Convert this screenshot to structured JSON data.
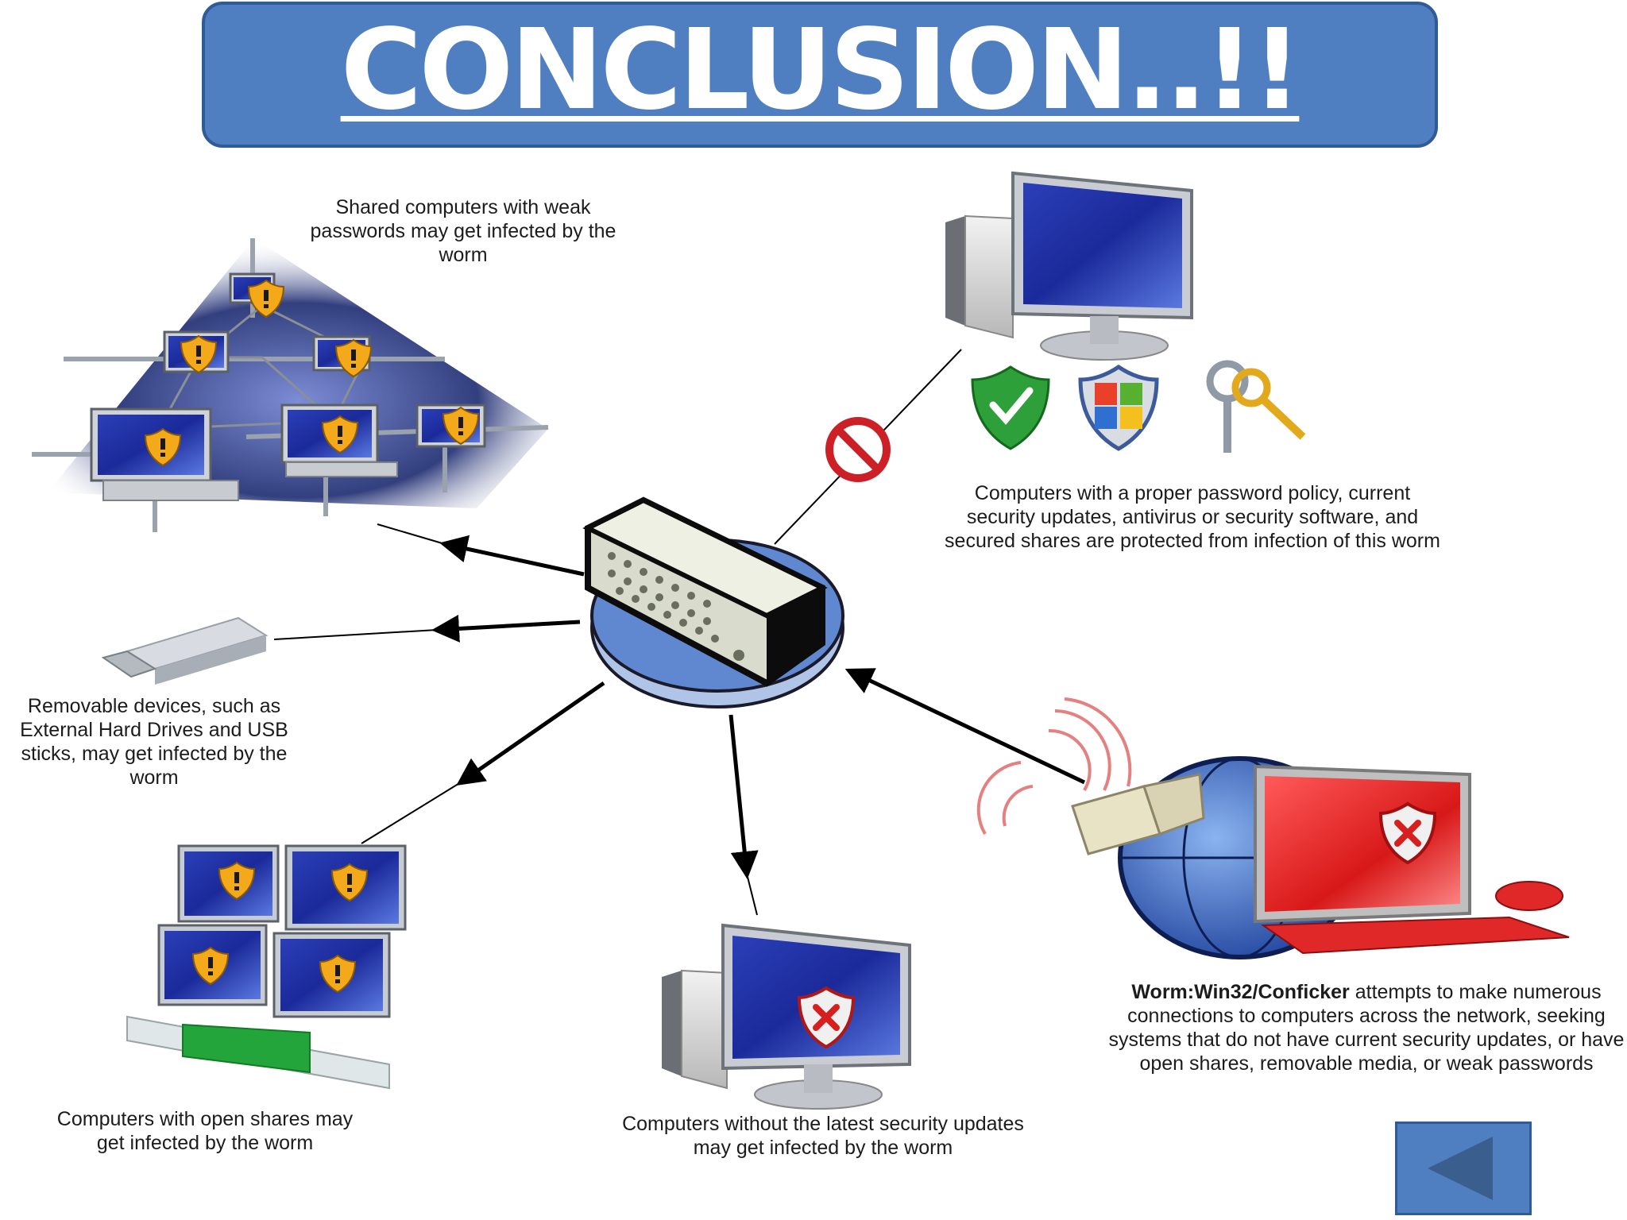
{
  "slide": {
    "title": "CONCLUSION..!!",
    "title_color": "#ffffff",
    "title_bg": "#4f7fc0"
  },
  "captions": {
    "shared": "Shared computers with weak passwords may get infected by the worm",
    "protected": "Computers with a proper password policy, current security updates, antivirus or security software, and secured shares are protected from infection of this worm",
    "removable": "Removable devices, such as External Hard Drives and USB sticks, may get infected by the worm",
    "open_shares": "Computers with open shares may get infected by the worm",
    "no_updates": "Computers without the latest security updates may get infected by the worm",
    "worm_name": "Worm:Win32/Conficker",
    "worm_desc": "attempts to make numerous connections to computers across the network, seeking systems that do not have current security updates, or have open shares, removable media, or weak passwords"
  },
  "icons": {
    "hub": "network-switch-icon",
    "blocked": "no-entry-icon",
    "checkmark_shield": "green-check-shield-icon",
    "windows_shield": "windows-shield-icon",
    "keys": "keys-icon",
    "warning_shield": "warning-shield-icon",
    "infected_shield": "red-x-shield-icon"
  },
  "navigation": {
    "back_button_icon": "back-arrow-icon"
  }
}
